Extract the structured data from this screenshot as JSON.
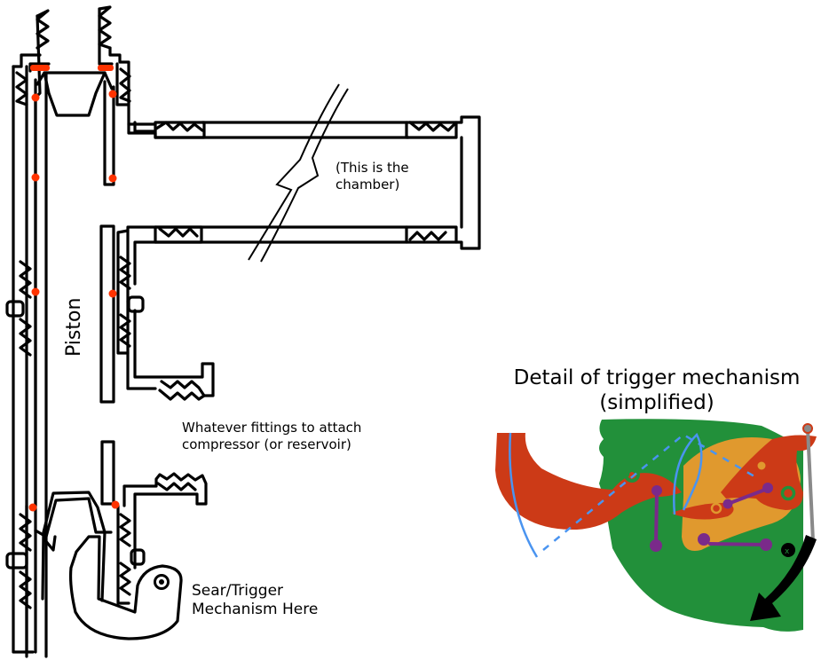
{
  "labels": {
    "chamber": "(This is the\nchamber)",
    "chamber_line1": "(This is the",
    "chamber_line2": "chamber)",
    "piston": "Piston",
    "fittings_line1": "Whatever fittings to attach",
    "fittings_line2": "compressor (or reservoir)",
    "sear_line1": "Sear/Trigger",
    "sear_line2": "Mechanism Here",
    "detail_line1": "Detail of trigger mechanism",
    "detail_line2": "(simplified)"
  },
  "colors": {
    "ink": "#000000",
    "seal": "#ff3300",
    "trigger_red": "#cc3a17",
    "frame_green": "#22903a",
    "sear_orange": "#e0992e",
    "link_purple": "#7a2a8a",
    "path_blue": "#4a94f0",
    "spring_gray": "#8a8a8a",
    "arrow_black": "#000000"
  },
  "icons": {
    "chamber_break": "lightning-break-icon",
    "pivot": "pivot-circle-icon",
    "motion_arrow": "curved-arrow-down-icon"
  }
}
